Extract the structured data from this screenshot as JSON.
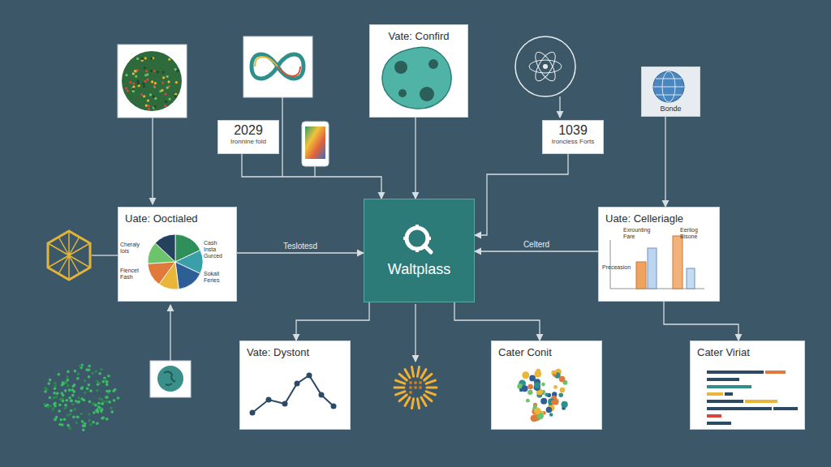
{
  "diagram": {
    "nodes": [
      {
        "text": [
          "2029",
          "Ironnine fold"
        ]
      },
      {
        "text": [
          "Vate: Confird"
        ]
      },
      {
        "text": [
          "1039",
          "Ironcless Forts"
        ]
      },
      {
        "text": [
          "Bonde"
        ]
      },
      {
        "text": [
          "Uate: Ooctialed"
        ]
      },
      {
        "text": [
          "Waltplass"
        ]
      },
      {
        "text": [
          "Uate: Celleriagle"
        ]
      },
      {
        "text": [
          "Vate: Dystont"
        ]
      },
      {
        "text": [
          "Cater Conit"
        ]
      },
      {
        "text": [
          "Cater Viriat"
        ]
      }
    ],
    "edges": [
      {
        "from": 0,
        "to": 5,
        "arrow": "to"
      },
      {
        "from": 1,
        "to": 5,
        "arrow": "to"
      },
      {
        "from": 2,
        "to": 5,
        "arrow": "to"
      },
      {
        "from": 3,
        "to": 6,
        "arrow": "to"
      },
      {
        "from": 4,
        "to": 5,
        "label": "Teslotesd",
        "arrow": "to"
      },
      {
        "from": 6,
        "to": 5,
        "label": "Celterd",
        "arrow": "to"
      },
      {
        "from": 5,
        "to": 7,
        "arrow": "to"
      },
      {
        "from": 5,
        "to": 8,
        "arrow": "to"
      },
      {
        "from": 6,
        "to": 9,
        "arrow": "to"
      }
    ],
    "labels": [
      "Cheraly Iois",
      "Fiencet Fash",
      "Cash Insta Gurced",
      "Sokall Feries",
      "Exrounting Fare",
      "Eerliog Bisone",
      "Preceasion"
    ]
  }
}
